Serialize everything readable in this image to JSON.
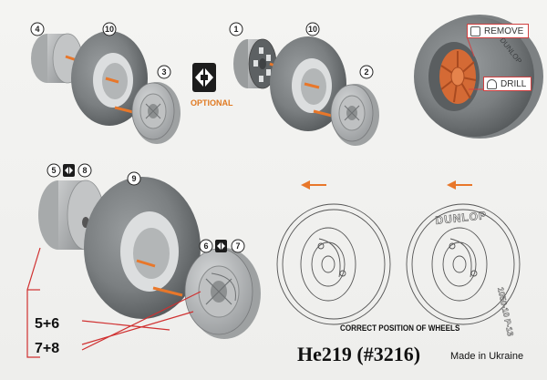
{
  "callouts": {
    "c4": "4",
    "c10a": "10",
    "c3": "3",
    "c1": "1",
    "c10b": "10",
    "c2": "2",
    "c5": "5",
    "c8": "8",
    "c9": "9",
    "c6": "6",
    "c7": "7"
  },
  "optional_label": "OPTIONAL",
  "tags": {
    "remove": "REMOVE",
    "drill": "DRILL"
  },
  "tire_lettering": {
    "brand": "DUNLOP",
    "size": "1050-10 P-13"
  },
  "combos": {
    "first": "5+6",
    "second": "7+8"
  },
  "caption": "CORRECT POSITION OF WHEELS",
  "title": "He219 (#3216)",
  "made_in": "Made in Ukraine",
  "colors": {
    "accent_orange": "#e8772a",
    "callout_red": "#d03030",
    "resin_grey": "#b9bcbd",
    "tire_dark": "#6f7375"
  }
}
